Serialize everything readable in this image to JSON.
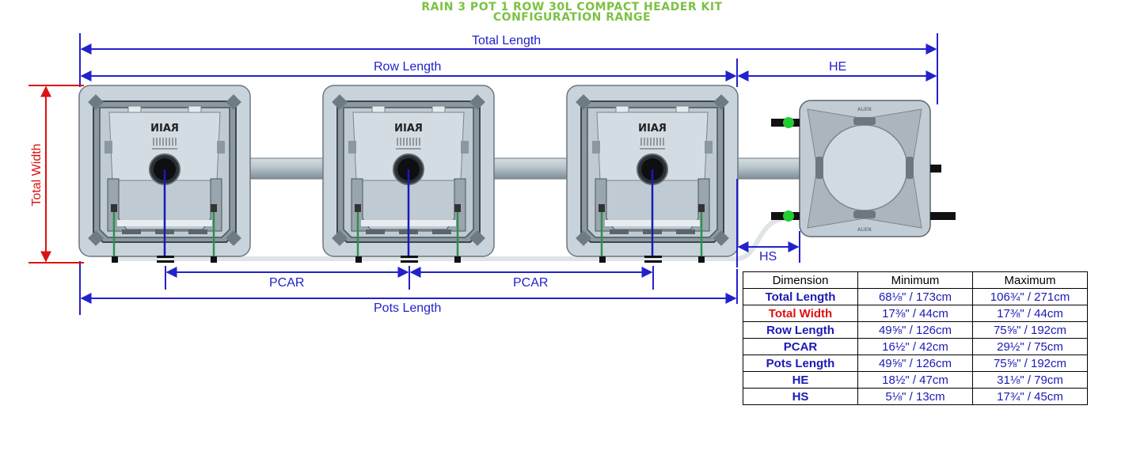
{
  "title": {
    "line1": "RAIN 3 POT 1 ROW 30L COMPACT HEADER KIT",
    "line2": "CONFIGURATION RANGE"
  },
  "colors": {
    "dimension_blue": "#2222cc",
    "dimension_red": "#dd1111",
    "title_green": "#7bc142",
    "pot_body": "#c9d3dc",
    "pipe": "#a9b6bf"
  },
  "pot_logo": "RAIN",
  "header_logo": "ALIEN",
  "labels": {
    "total_length": "Total Length",
    "row_length": "Row Length",
    "he": "HE",
    "total_width": "Total Width",
    "hs": "HS",
    "pcar_1": "PCAR",
    "pcar_2": "PCAR",
    "pots_length": "Pots Length"
  },
  "table": {
    "headers": [
      "Dimension",
      "Minimum",
      "Maximum"
    ],
    "rows": [
      {
        "dimension": "Total Length",
        "min": "68⅛\" / 173cm",
        "max": "106¾\" / 271cm",
        "color": "blue"
      },
      {
        "dimension": "Total Width",
        "min": "17⅜\" / 44cm",
        "max": "17⅜\" / 44cm",
        "color": "red"
      },
      {
        "dimension": "Row Length",
        "min": "49⅝\" / 126cm",
        "max": "75⅝\" / 192cm",
        "color": "blue"
      },
      {
        "dimension": "PCAR",
        "min": "16½\" / 42cm",
        "max": "29½\" / 75cm",
        "color": "blue"
      },
      {
        "dimension": "Pots Length",
        "min": "49⅝\" / 126cm",
        "max": "75⅝\" / 192cm",
        "color": "blue"
      },
      {
        "dimension": "HE",
        "min": "18½\" / 47cm",
        "max": "31⅛\" / 79cm",
        "color": "blue"
      },
      {
        "dimension": "HS",
        "min": "5⅛\" / 13cm",
        "max": "17¾\" / 45cm",
        "color": "blue"
      }
    ]
  }
}
